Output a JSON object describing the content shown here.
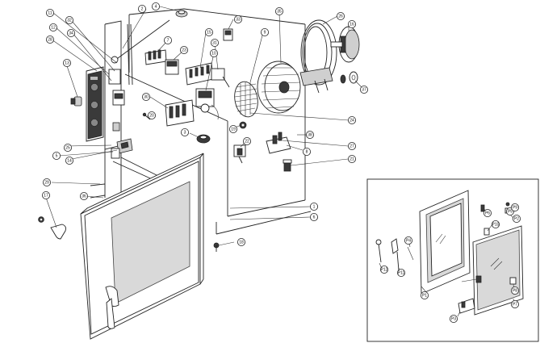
{
  "main_callouts": [
    "11",
    "32",
    "12",
    "34",
    "28",
    "13",
    "2",
    "4",
    "33",
    "35",
    "26",
    "16",
    "7",
    "23",
    "15",
    "9",
    "31",
    "10",
    "30",
    "20",
    "19",
    "3",
    "22",
    "25",
    "5",
    "14",
    "24",
    "38",
    "27",
    "8",
    "21",
    "29",
    "17",
    "36",
    "1",
    "6",
    "18",
    "37"
  ],
  "inset_callouts": [
    "P6",
    "P10",
    "P5",
    "P9",
    "P2",
    "P4",
    "P8",
    "P1",
    "P3",
    "P12",
    "P11",
    "P7"
  ]
}
